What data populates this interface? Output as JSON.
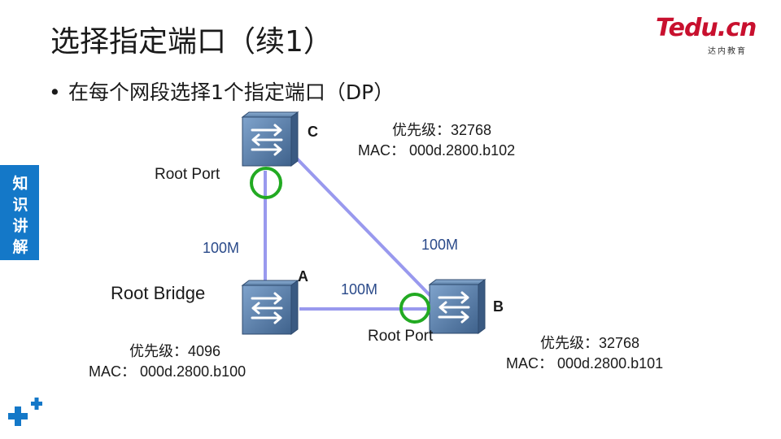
{
  "slide": {
    "title": "选择指定端口（续1）",
    "bullet": "在每个网段选择1个指定端口（DP）"
  },
  "logo": {
    "text": "Tedu.cn",
    "subtitle": "达内教育"
  },
  "sidebar": {
    "chars": [
      "知",
      "识",
      "讲",
      "解"
    ]
  },
  "diagram": {
    "switches": {
      "A": "A",
      "B": "B",
      "C": "C"
    },
    "root_bridge_label": "Root Bridge",
    "root_port_c": "Root Port",
    "root_port_b": "Root Port",
    "links": {
      "ac": "100M",
      "cb": "100M",
      "ab": "100M"
    },
    "info_a": {
      "priority": "优先级：4096",
      "mac": "MAC：  000d.2800.b100"
    },
    "info_b": {
      "priority": "优先级：32768",
      "mac": "MAC：  000d.2800.b101"
    },
    "info_c": {
      "priority": "优先级：32768",
      "mac": "MAC：  000d.2800.b102"
    }
  },
  "colors": {
    "link": "#9999ee",
    "root_port_ring": "#22aa22",
    "sidebar": "#1478c8",
    "logo": "#c8102e",
    "switch": "#5b7fa6"
  }
}
